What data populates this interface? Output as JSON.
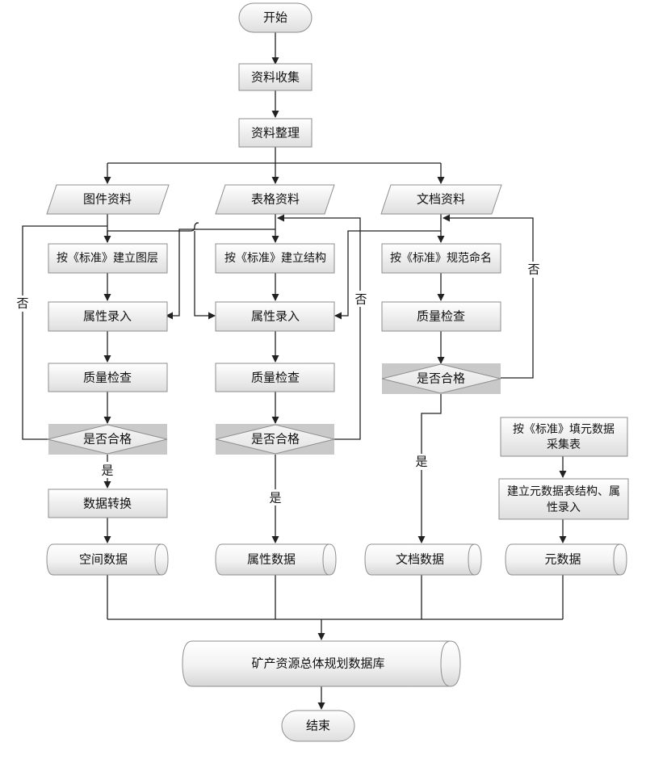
{
  "nodes": {
    "start": "开始",
    "collect": "资料收集",
    "organize": "资料整理",
    "graph_data": "图件资料",
    "table_data": "表格资料",
    "doc_data": "文档资料",
    "layer_build": "按《标准》建立图层",
    "struct_build": "按《标准》建立结构",
    "name_norm": "按《标准》规范命名",
    "attr_entry_1": "属性录入",
    "attr_entry_2": "属性录入",
    "qc_1": "质量检查",
    "qc_2": "质量检查",
    "qc_3": "质量检查",
    "pass_1": "是否合格",
    "pass_2": "是否合格",
    "pass_3": "是否合格",
    "convert": "数据转换",
    "meta_fill_line1": "按《标准》填元数据",
    "meta_fill_line2": "采集表",
    "meta_struct_line1": "建立元数据表结构、属",
    "meta_struct_line2": "性录入",
    "spatial": "空间数据",
    "attribute": "属性数据",
    "document": "文档数据",
    "metadata": "元数据",
    "database": "矿产资源总体规划数据库",
    "end": "结束"
  },
  "labels": {
    "yes": "是",
    "no": "否"
  }
}
